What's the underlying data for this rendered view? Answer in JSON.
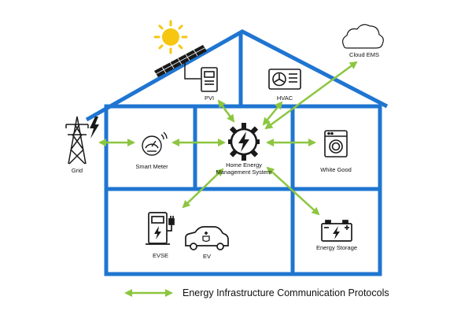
{
  "colors": {
    "house": "#1f75d1",
    "arrow": "#8cc63f",
    "icon": "#1a1a1a",
    "sun": "#f6c611",
    "background": "#ffffff"
  },
  "labels": {
    "grid": "Grid",
    "smart_meter": "Smart Meter",
    "pvi": "PVI",
    "hvac": "HVAC",
    "cloud_ems": "Cloud EMS",
    "hems_line1": "Home Energy",
    "hems_line2": "Management System",
    "white_good": "White Good",
    "evse": "EVSE",
    "ev": "EV",
    "energy_storage": "Energy Storage"
  },
  "legend": {
    "text": "Energy Infrastructure Communication Protocols"
  },
  "icons": [
    "sun-icon",
    "solar-panel-icon",
    "pvi-inverter-icon",
    "hvac-icon",
    "cloud-icon",
    "transmission-tower-icon",
    "lightning-icon",
    "smart-meter-icon",
    "gear-lightning-icon",
    "washing-machine-icon",
    "ev-charger-icon",
    "electric-car-icon",
    "battery-icon"
  ]
}
